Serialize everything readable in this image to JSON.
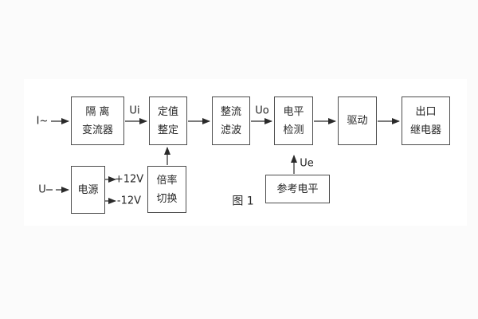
{
  "figure": {
    "caption": "图 1"
  },
  "colors": {
    "background": "#fbfbfb",
    "panel": "#ffffff",
    "box_border": "#4d4d4d",
    "text": "#262626",
    "line": "#2a2a2a"
  },
  "blocks": {
    "isolation": {
      "line1": "隔 离",
      "line2": "变流器"
    },
    "setting": {
      "line1": "定值",
      "line2": "整定"
    },
    "rectifier": {
      "line1": "整流",
      "line2": "滤波"
    },
    "level": {
      "line1": "电平",
      "line2": "检测"
    },
    "drive": {
      "line1": "驱动"
    },
    "relay": {
      "line1": "出口",
      "line2": "继电器"
    },
    "power": {
      "line1": "电源"
    },
    "ratio": {
      "line1": "倍率",
      "line2": "切换"
    },
    "reference": {
      "line1": "参考电平"
    }
  },
  "labels": {
    "input_current": "I~",
    "input_voltage": "U",
    "ui": "Ui",
    "uo": "Uo",
    "ue": "Ue",
    "plus12": "+12V",
    "minus12": "-12V"
  }
}
